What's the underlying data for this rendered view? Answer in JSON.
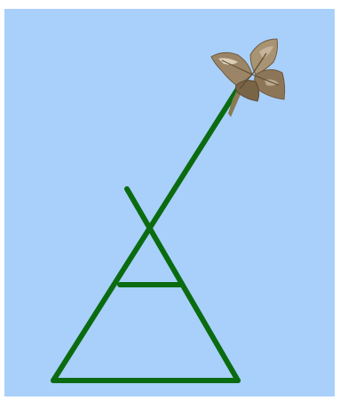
{
  "scene": {
    "background_color": "#a8d0fa",
    "stroke_color": "#0b6b10",
    "leaf_colors": {
      "dark": "#6f5a3d",
      "mid": "#9b8566",
      "light": "#c8b89d",
      "highlight": "#e8dcc6",
      "stem": "#8a7a55"
    },
    "objects": [
      {
        "name": "stick-figure-structure",
        "kind": "line-drawing"
      },
      {
        "name": "leaf-sprite",
        "kind": "image"
      }
    ]
  }
}
